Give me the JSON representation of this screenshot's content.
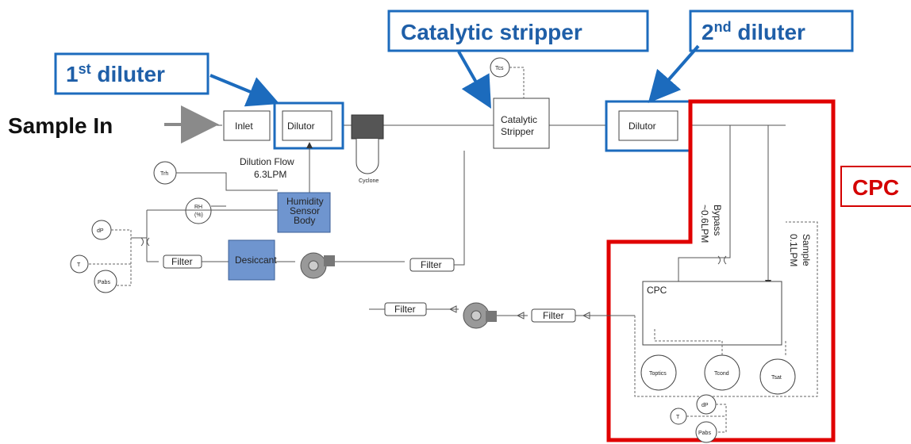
{
  "labels": {
    "sample_in": "Sample In",
    "first_diluter_sup": "st",
    "first_diluter_num": "1",
    "first_diluter_word": " diluter",
    "second_diluter_num": "2",
    "second_diluter_sup": "nd",
    "second_diluter_word": " diluter",
    "catalytic_stripper_callout": "Catalytic stripper",
    "cpc_callout": "CPC"
  },
  "components": {
    "inlet": "Inlet",
    "dilutor_1": "Dilutor",
    "dilutor_2": "Dilutor",
    "catalytic_stripper_line1": "Catalytic",
    "catalytic_stripper_line2": "Stripper",
    "dilution_flow_line1": "Dilution Flow",
    "dilution_flow_line2": "6.3LPM",
    "cyclone": "Cyclone",
    "humidity_line1": "Humidity",
    "humidity_line2": "Sensor",
    "humidity_line3": "Body",
    "desiccant": "Desiccant",
    "filter": "Filter",
    "cpc_inner": "CPC",
    "bypass_line1": "Bypass",
    "bypass_line2": "~0.6LPM",
    "sample_line1": "Sample",
    "sample_line2": "0.1LPM"
  },
  "sensors": {
    "tcs": "Tcs",
    "trh": "Trh",
    "rh_line1": "RH",
    "rh_line2": "(%)",
    "dp": "dP",
    "t": "T",
    "pabs": "Pabs",
    "toptics": "Toptics",
    "tcond": "Tcond",
    "tsat": "Tsat"
  },
  "colors": {
    "callout_blue": "#1c6bbd",
    "callout_red": "#d40000",
    "component_blue": "#6f95cf"
  }
}
